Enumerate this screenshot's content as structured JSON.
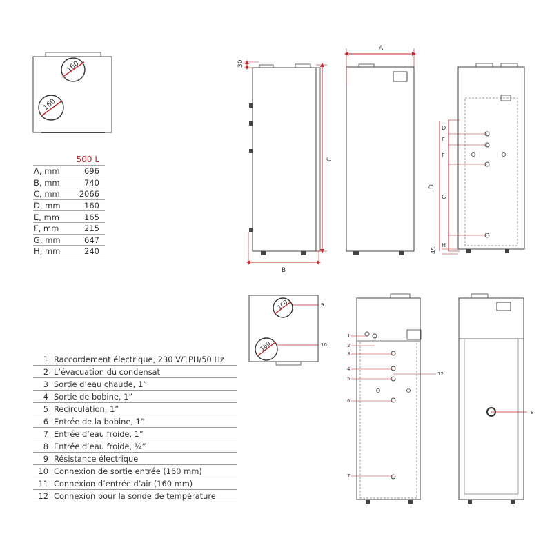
{
  "top_view_upper": {
    "port_top": "160",
    "port_left": "160"
  },
  "top_view_lower": {
    "port_top": "160",
    "port_left": "160",
    "marker_9": "9",
    "marker_10": "10"
  },
  "dimensions": {
    "header": "500 L",
    "rows": [
      {
        "label": "A, mm",
        "value": "696"
      },
      {
        "label": "B, mm",
        "value": "740"
      },
      {
        "label": "C, mm",
        "value": "2066"
      },
      {
        "label": "D, mm",
        "value": "160"
      },
      {
        "label": "E, mm",
        "value": "165"
      },
      {
        "label": "F, mm",
        "value": "215"
      },
      {
        "label": "G, mm",
        "value": "647"
      },
      {
        "label": "H, mm",
        "value": "240"
      }
    ]
  },
  "dim_labels": {
    "a": "A",
    "b": "B",
    "c": "C",
    "d": "D",
    "e": "E",
    "f": "F",
    "g": "G",
    "h": "H",
    "top_gap": "30",
    "bottom_gap": "45"
  },
  "callouts": {
    "c1": "1",
    "c2": "2",
    "c3": "3",
    "c4": "4",
    "c5": "5",
    "c6": "6",
    "c7": "7",
    "c8": "8",
    "c12": "12"
  },
  "legend": [
    {
      "num": "1",
      "text": "Raccordement électrique, 230 V/1PH/50 Hz"
    },
    {
      "num": "2",
      "text": "L’évacuation du condensat"
    },
    {
      "num": "3",
      "text": "Sortie d’eau chaude, 1”"
    },
    {
      "num": "4",
      "text": "Sortie de bobine, 1”"
    },
    {
      "num": "5",
      "text": "Recirculation, 1”"
    },
    {
      "num": "6",
      "text": "Entrée de la bobine, 1”"
    },
    {
      "num": "7",
      "text": "Entrée d’eau froide, 1”"
    },
    {
      "num": "8",
      "text": "Entrée d’eau froide, ¾”"
    },
    {
      "num": "9",
      "text": "Résistance électrique"
    },
    {
      "num": "10",
      "text": "Connexion de sortie entrée (160 mm)"
    },
    {
      "num": "11",
      "text": "Connexion d’entrée d’air (160 mm)"
    },
    {
      "num": "12",
      "text": "Connexion pour la sonde de température"
    }
  ],
  "colors": {
    "accent": "#c0282d",
    "line": "#444444"
  }
}
